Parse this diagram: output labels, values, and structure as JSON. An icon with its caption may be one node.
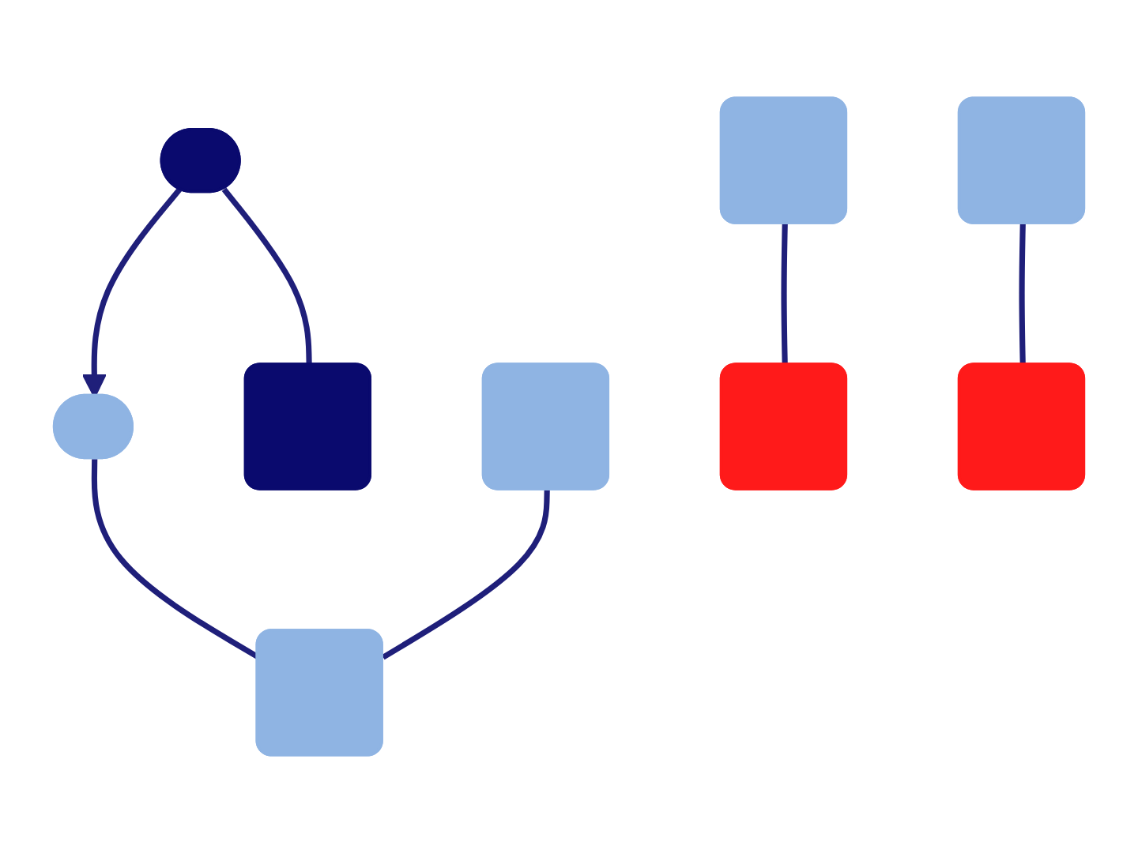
{
  "diagram": {
    "nodes": [
      {
        "text": [],
        "shape": "ellipse"
      },
      {
        "text": [],
        "shape": "ellipse"
      },
      {
        "text": [],
        "shape": "box"
      },
      {
        "text": [],
        "shape": "box"
      },
      {
        "text": [],
        "shape": "box"
      },
      {
        "text": [],
        "shape": "box"
      },
      {
        "text": [],
        "shape": "box"
      },
      {
        "text": [],
        "shape": "box"
      },
      {
        "text": [],
        "shape": "box"
      }
    ],
    "edges": [
      {
        "from": 0,
        "to": 1,
        "arrow": "to"
      },
      {
        "from": 0,
        "to": 2,
        "arrow": "none"
      },
      {
        "from": 1,
        "to": 3,
        "arrow": "none"
      },
      {
        "from": 4,
        "to": 3,
        "arrow": "none"
      },
      {
        "from": 7,
        "to": 5,
        "arrow": "none"
      },
      {
        "from": 8,
        "to": 6,
        "arrow": "none"
      }
    ]
  }
}
